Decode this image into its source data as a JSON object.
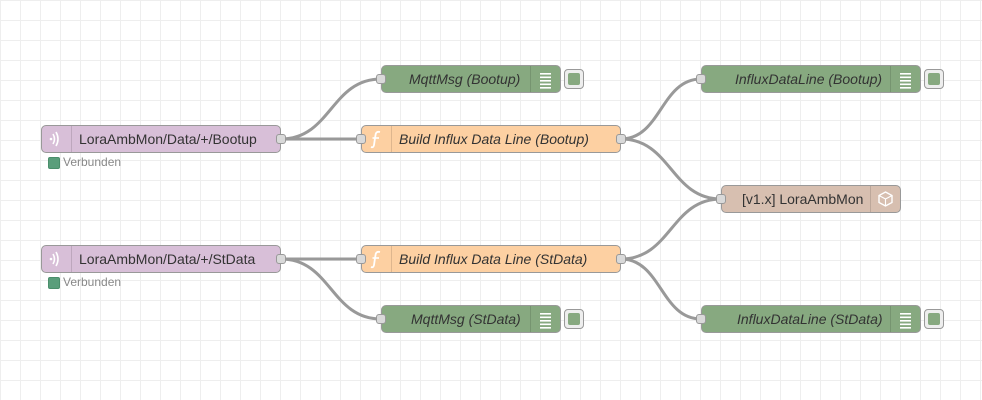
{
  "colors": {
    "mqtt_in": "#d8bfd8",
    "function": "#fdd0a2",
    "debug": "#87a980",
    "influx": "#d7bfb0",
    "status_connected": "#5a9e7b",
    "wire": "#999999"
  },
  "nodes": {
    "mqtt_in_bootup": {
      "label": "LoraAmbMon/Data/+/Bootup",
      "icon": "mqtt-wave-icon",
      "status": "Verbunden"
    },
    "mqtt_in_stdata": {
      "label": "LoraAmbMon/Data/+/StData",
      "icon": "mqtt-wave-icon",
      "status": "Verbunden"
    },
    "debug_mqtt_bootup": {
      "label": "MqttMsg (Bootup)",
      "icon": "debug-list-icon"
    },
    "debug_mqtt_stdata": {
      "label": "MqttMsg (StData)",
      "icon": "debug-list-icon"
    },
    "func_bootup": {
      "label": "Build Influx Data Line (Bootup)",
      "icon": "function-icon"
    },
    "func_stdata": {
      "label": "Build Influx Data Line (StData)",
      "icon": "function-icon"
    },
    "debug_influx_bootup": {
      "label": "InfluxDataLine (Bootup)",
      "icon": "debug-list-icon"
    },
    "debug_influx_stdata": {
      "label": "InfluxDataLine (StData)",
      "icon": "debug-list-icon"
    },
    "influx_out": {
      "label": "[v1.x] LoraAmbMon",
      "icon": "influxdb-icon"
    }
  }
}
